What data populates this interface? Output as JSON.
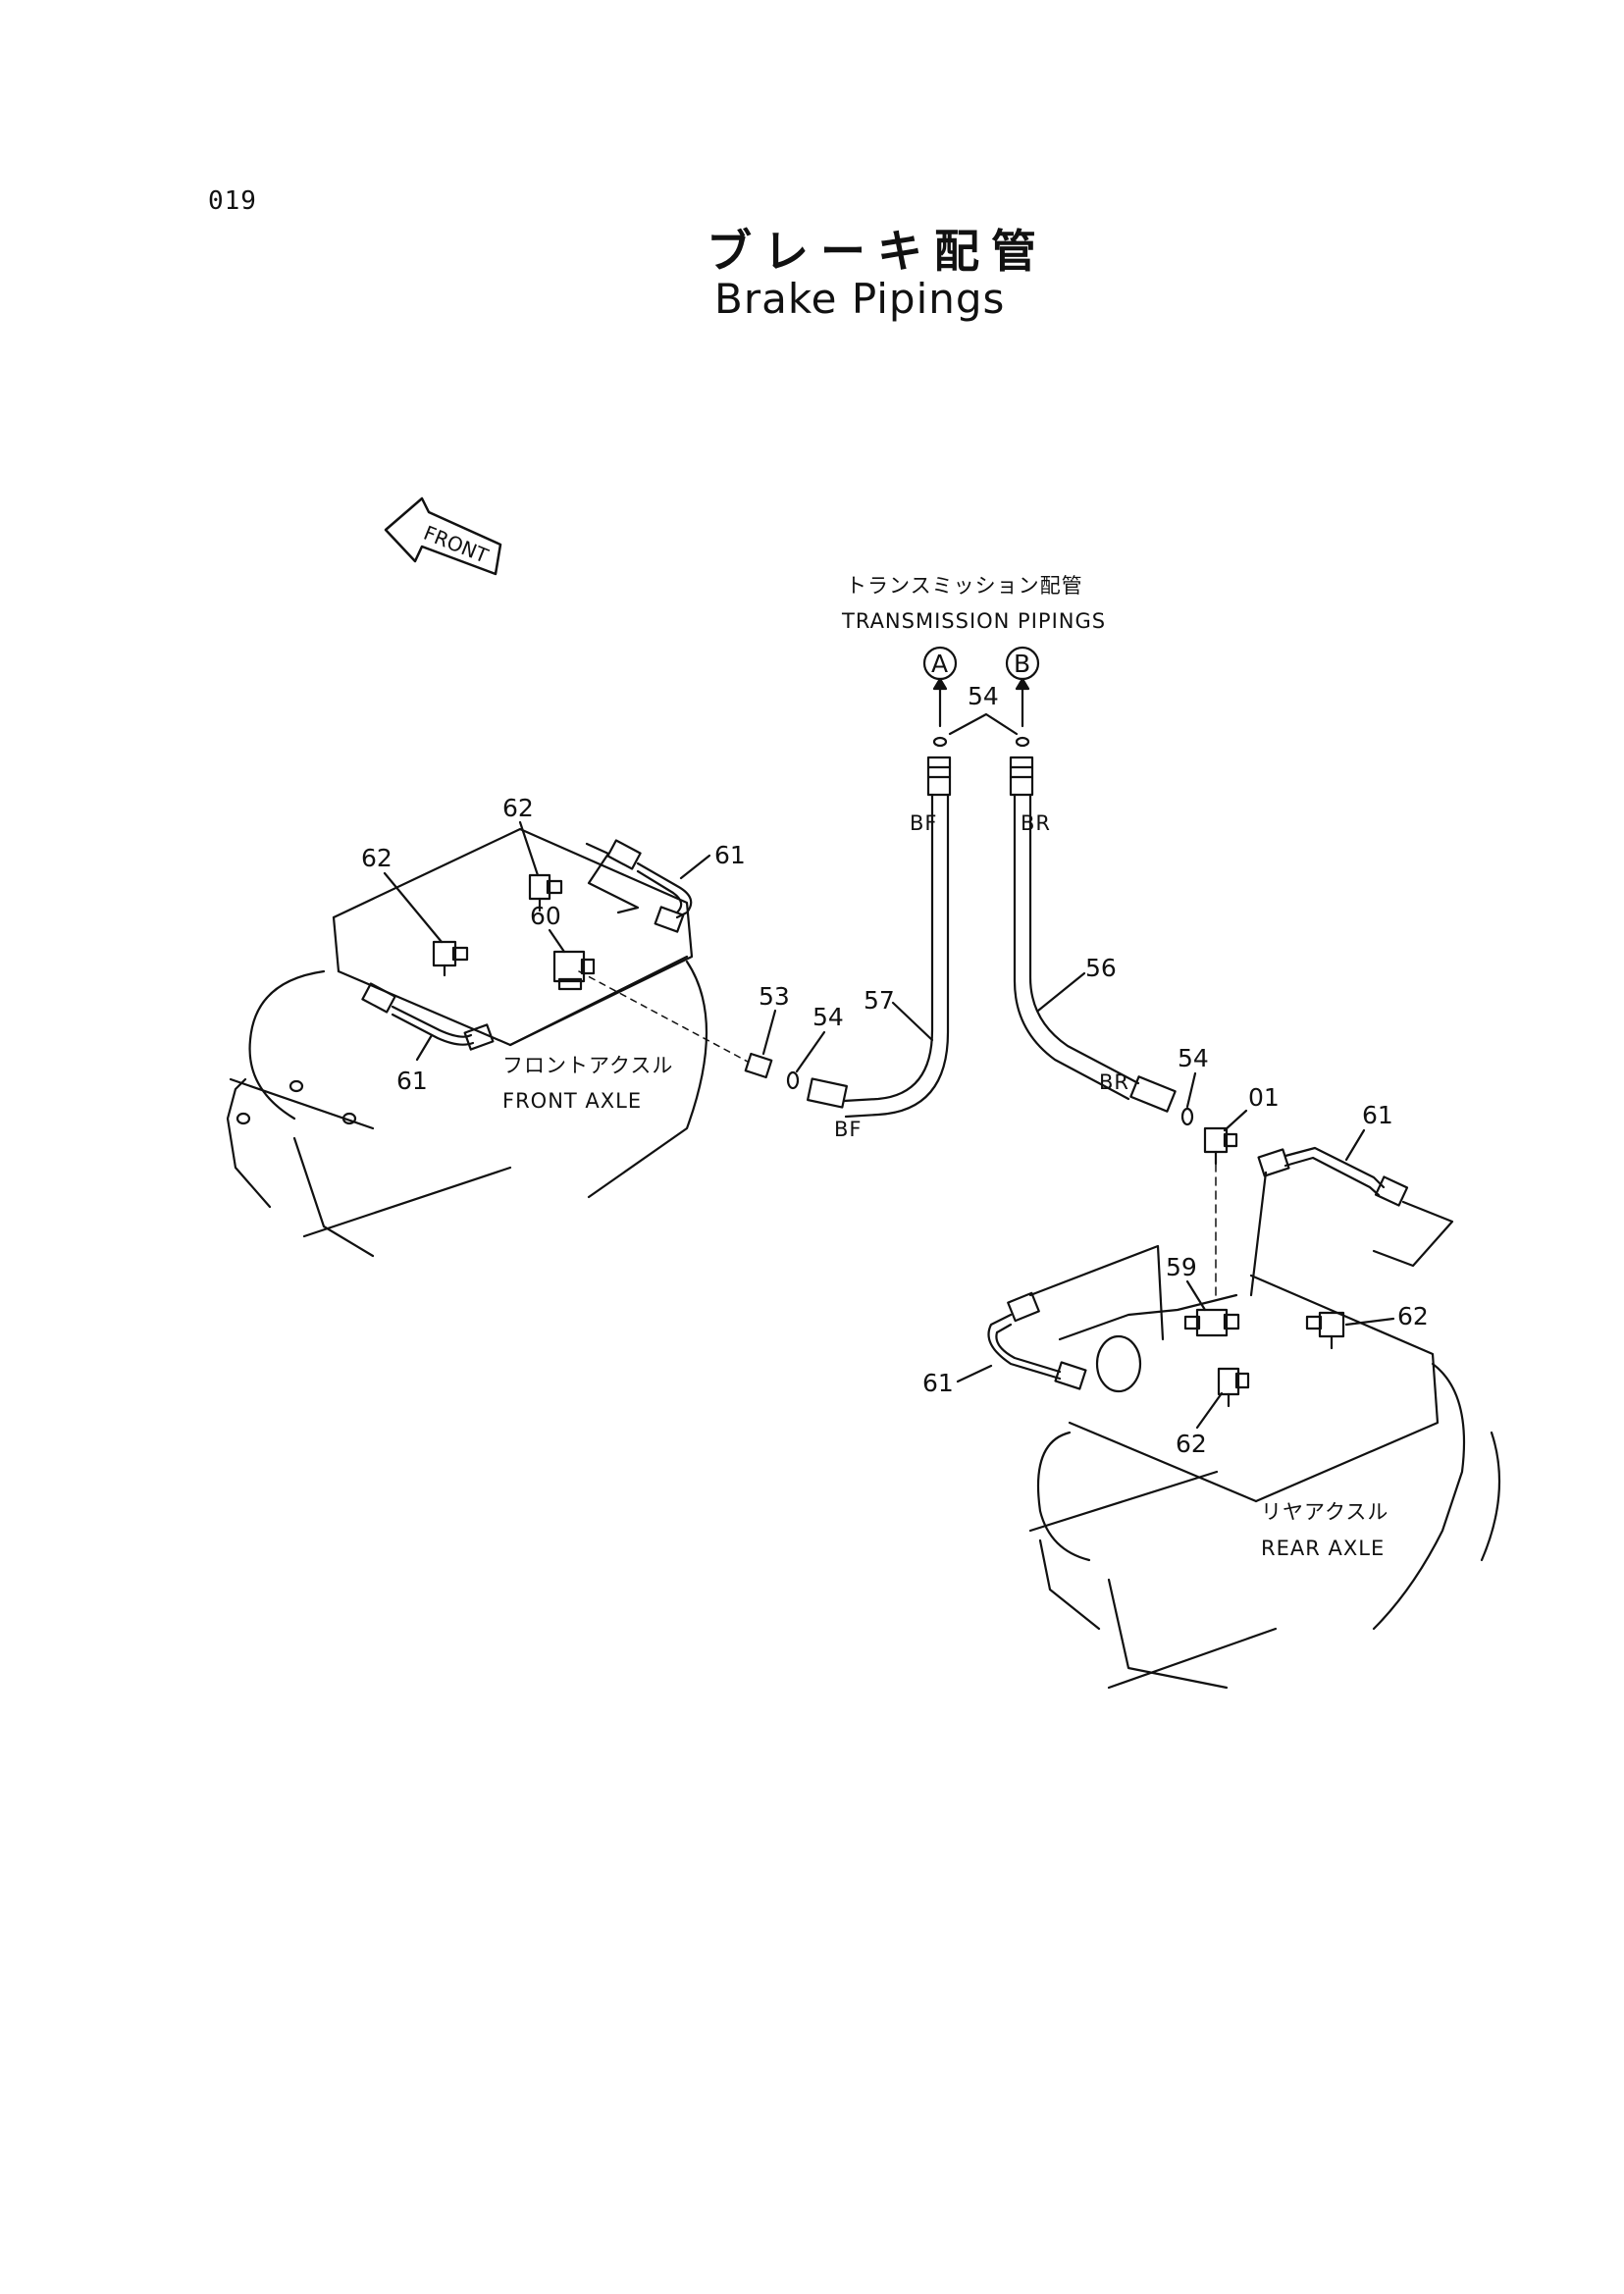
{
  "page_number": "019",
  "title": {
    "jp": "ブレーキ配管",
    "en": "Brake Pipings"
  },
  "front_arrow_label": "FRONT",
  "transmission": {
    "jp": "トランスミッション配管",
    "en": "TRANSMISSION PIPINGS",
    "connector_a": "A",
    "connector_b": "B"
  },
  "front_axle": {
    "jp": "フロントアクスル",
    "en": "FRONT AXLE"
  },
  "rear_axle": {
    "jp": "リヤアクスル",
    "en": "REAR AXLE"
  },
  "hose_marks": {
    "bf": "BF",
    "br": "BR"
  },
  "part_numbers": {
    "p54_top": "54",
    "p62_front_left": "62",
    "p62_front_top": "62",
    "p61_front_top": "61",
    "p60": "60",
    "p61_front_bottom": "61",
    "p53": "53",
    "p54_front": "54",
    "p57": "57",
    "p56": "56",
    "p54_rear": "54",
    "p01": "01",
    "p61_rear_top": "61",
    "p59": "59",
    "p62_rear_right": "62",
    "p61_rear_left": "61",
    "p62_rear_bottom": "62"
  }
}
